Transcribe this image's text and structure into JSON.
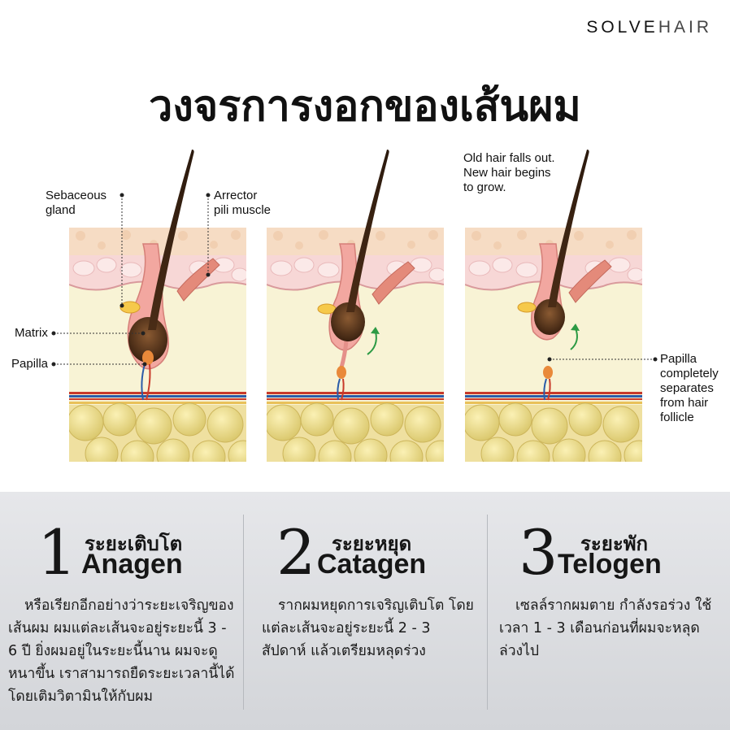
{
  "brand": {
    "part1": "SOLVE",
    "part2": "HAIR"
  },
  "title": "วงจรการงอกของเส้นผม",
  "diagram_labels": {
    "sebaceous": "Sebaceous\ngland",
    "arrector": "Arrector\npili muscle",
    "matrix": "Matrix",
    "papilla": "Papilla",
    "old_hair": "Old hair falls out.\nNew hair begins\nto grow.",
    "papilla_separates": "Papilla\ncompletely\nseparates\nfrom hair\nfollicle"
  },
  "stages": [
    {
      "number": "1",
      "thai": "ระยะเติบโต",
      "english": "Anagen",
      "description": "หรือเรียกอีกอย่างว่าระยะเจริญของเส้นผม ผมแต่ละเส้นจะอยู่ระยะนี้ 3 - 6 ปี ยิ่งผมอยู่ในระยะนี้นาน ผมจะดูหนาขึ้น เราสามารถยืดระยะเวลานี้ได้โดยเติมวิตามินให้กับผม"
    },
    {
      "number": "2",
      "thai": "ระยะหยุด",
      "english": "Catagen",
      "description": "รากผมหยุดการเจริญเติบโต โดยแต่ละเส้นจะอยู่ระยะนี้ 2 - 3 สัปดาห์ แล้วเตรียมหลุดร่วง"
    },
    {
      "number": "3",
      "thai": "ระยะพัก",
      "english": "Telogen",
      "description": "เซลล์รากผมตาย กำลังรอร่วง ใช้เวลา 1 - 3 เดือนก่อนที่ผมจะหลุดล่วงไป"
    }
  ]
}
